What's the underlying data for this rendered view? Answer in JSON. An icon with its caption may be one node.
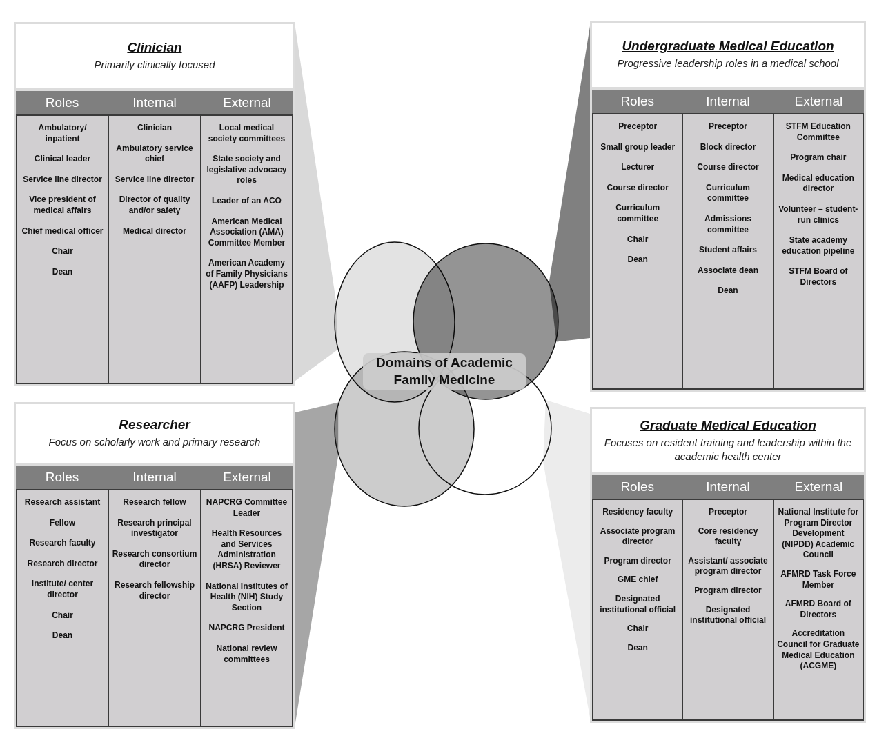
{
  "diagram": {
    "title": "Domains of Academic Family Medicine",
    "nodes": [
      {
        "text": [
          "Clinician",
          "Primarily clinically focused"
        ]
      },
      {
        "text": [
          "Roles",
          "Ambulatory/ inpatient",
          "Clinical leader",
          "Service line director",
          "Vice president of medical affairs",
          "Chief medical officer",
          "Chair",
          "Dean"
        ],
        "in": 0
      },
      {
        "text": [
          "Internal",
          "Clinician",
          "Ambulatory service chief",
          "Service line director",
          "Director of quality and/or safety",
          "Medical director"
        ],
        "in": 0
      },
      {
        "text": [
          "External",
          "Local medical society committees",
          "State society and legislative advocacy roles",
          "Leader of an ACO",
          "American Medical Association (AMA) Committee Member",
          "American Academy of Family Physicians (AAFP) Leadership"
        ],
        "in": 0
      },
      {
        "text": [
          "Undergraduate Medical Education",
          "Progressive leadership roles in a medical school"
        ]
      },
      {
        "text": [
          "Roles",
          "Preceptor",
          "Small group leader",
          "Lecturer",
          "Course director",
          "Curriculum committee",
          "Chair",
          "Dean"
        ],
        "in": 4
      },
      {
        "text": [
          "Internal",
          "Preceptor",
          "Block director",
          "Course director",
          "Curriculum committee",
          "Admissions committee",
          "Student affairs",
          "Associate dean",
          "Dean"
        ],
        "in": 4
      },
      {
        "text": [
          "External",
          "STFM Education Committee",
          "Program chair",
          "Medical education director",
          "Volunteer – student-run clinics",
          "State academy education pipeline",
          "STFM Board of Directors"
        ],
        "in": 4
      },
      {
        "text": [
          "Researcher",
          "Focus on scholarly work and primary research"
        ]
      },
      {
        "text": [
          "Roles",
          "Research assistant",
          "Fellow",
          "Research faculty",
          "Research director",
          "Institute/ center director",
          "Chair",
          "Dean"
        ],
        "in": 8
      },
      {
        "text": [
          "Internal",
          "Research fellow",
          "Research principal investigator",
          "Research consortium director",
          "Research fellowship director"
        ],
        "in": 8
      },
      {
        "text": [
          "External",
          "NAPCRG Committee Leader",
          "Health Resources and Services Administration (HRSA) Reviewer",
          "National Institutes of Health (NIH) Study Section",
          "NAPCRG President",
          "National review committees"
        ],
        "in": 8
      },
      {
        "text": [
          "Graduate Medical Education",
          "Focuses on resident training and leadership within the academic health center"
        ]
      },
      {
        "text": [
          "Roles",
          "Residency faculty",
          "Associate program director",
          "Program director",
          "GME chief",
          "Designated institutional official",
          "Chair",
          "Dean"
        ],
        "in": 12
      },
      {
        "text": [
          "Internal",
          "Preceptor",
          "Core residency faculty",
          "Assistant/ associate program director",
          "Program director",
          "Designated institutional official"
        ],
        "in": 12
      },
      {
        "text": [
          "External",
          "National Institute for Program Director Development (NIPDD) Academic Council",
          "AFMRD Task Force Member",
          "AFMRD Board of Directors",
          "Accreditation Council for Graduate Medical Education (ACGME)"
        ],
        "in": 12
      },
      {
        "text": [],
        "shape": "circle"
      },
      {
        "text": [],
        "shape": "circle"
      },
      {
        "text": [],
        "shape": "circle"
      },
      {
        "text": [],
        "shape": "circle"
      }
    ],
    "edges": [
      {
        "from": 0,
        "to": 16,
        "arrow": "none",
        "color": "#d9d9d9"
      },
      {
        "from": 4,
        "to": 17,
        "arrow": "none",
        "color": "#808080"
      },
      {
        "from": 8,
        "to": 18,
        "arrow": "none",
        "color": "#a6a6a6"
      },
      {
        "from": 12,
        "to": 19,
        "arrow": "none",
        "color": "#ececec"
      }
    ]
  }
}
